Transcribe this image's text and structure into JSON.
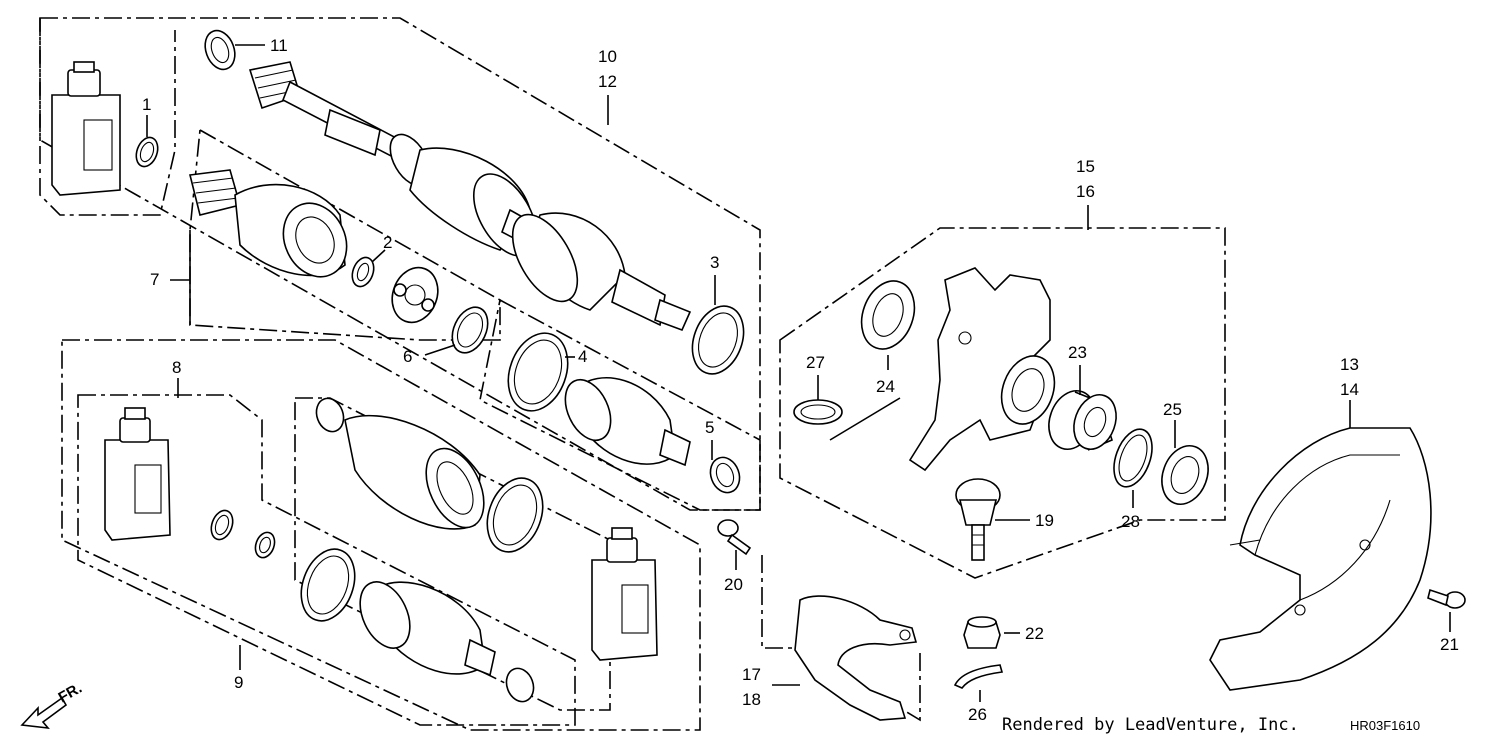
{
  "callouts": {
    "p1": "1",
    "p2": "2",
    "p3": "3",
    "p4": "4",
    "p5": "5",
    "p6": "6",
    "p7": "7",
    "p8": "8",
    "p9": "9",
    "p10": "10",
    "p11": "11",
    "p12": "12",
    "p13": "13",
    "p14": "14",
    "p15": "15",
    "p16": "16",
    "p17": "17",
    "p18": "18",
    "p19": "19",
    "p20": "20",
    "p21": "21",
    "p22": "22",
    "p23": "23",
    "p24": "24",
    "p25": "25",
    "p26": "26",
    "p27": "27",
    "p28": "28"
  },
  "footer": {
    "credit": "Rendered by LeadVenture, Inc.",
    "diagram_code": "HR03F1610",
    "direction": "FR."
  }
}
